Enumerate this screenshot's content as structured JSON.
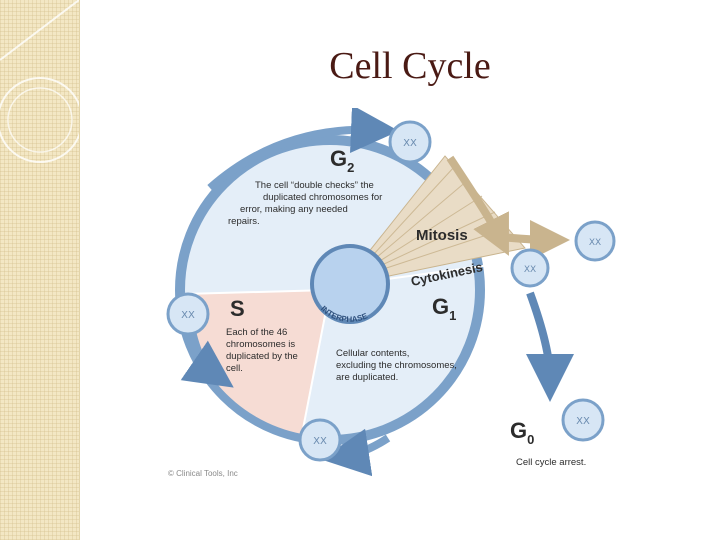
{
  "slide": {
    "title": "Cell Cycle"
  },
  "diagram": {
    "g2": {
      "label": "G",
      "sub": "2",
      "desc": [
        "The cell “double checks” the",
        "duplicated chromosomes for",
        "error, making any needed",
        "repairs."
      ]
    },
    "s": {
      "label": "S",
      "desc": [
        "Each of the 46",
        "chromosomes is",
        "duplicated by the",
        "cell."
      ]
    },
    "g1": {
      "label": "G",
      "sub": "1",
      "desc": [
        "Cellular contents,",
        "excluding the chromosomes,",
        "are duplicated."
      ]
    },
    "g0": {
      "label": "G",
      "sub": "0",
      "desc": "Cell cycle arrest."
    },
    "mitosis": "Mitosis",
    "cytokinesis": "Cytokinesis",
    "interphase": "INTERPHASE",
    "copyright": "© Clinical Tools, Inc",
    "colors": {
      "ring": "#7ba1c9",
      "inner": "#e4eef8",
      "s_phase": "#f6dcd4",
      "mitosis": "#e9dcc6",
      "nucleus": "#b8d2ee",
      "label": "#2c2c2c"
    }
  }
}
